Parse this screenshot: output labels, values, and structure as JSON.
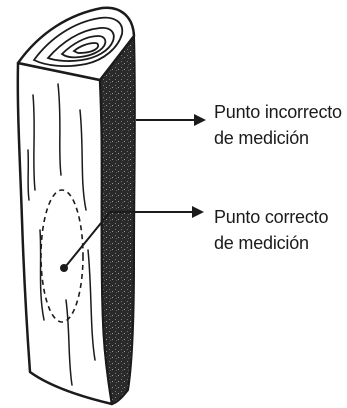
{
  "labels": {
    "incorrect": {
      "line1": "Punto incorrecto",
      "line2": "de medición"
    },
    "correct": {
      "line1": "Punto correcto",
      "line2": "de medición"
    }
  },
  "colors": {
    "ink": "#1b1b1b",
    "bark": "#2a2a2a",
    "paper": "#ffffff"
  }
}
